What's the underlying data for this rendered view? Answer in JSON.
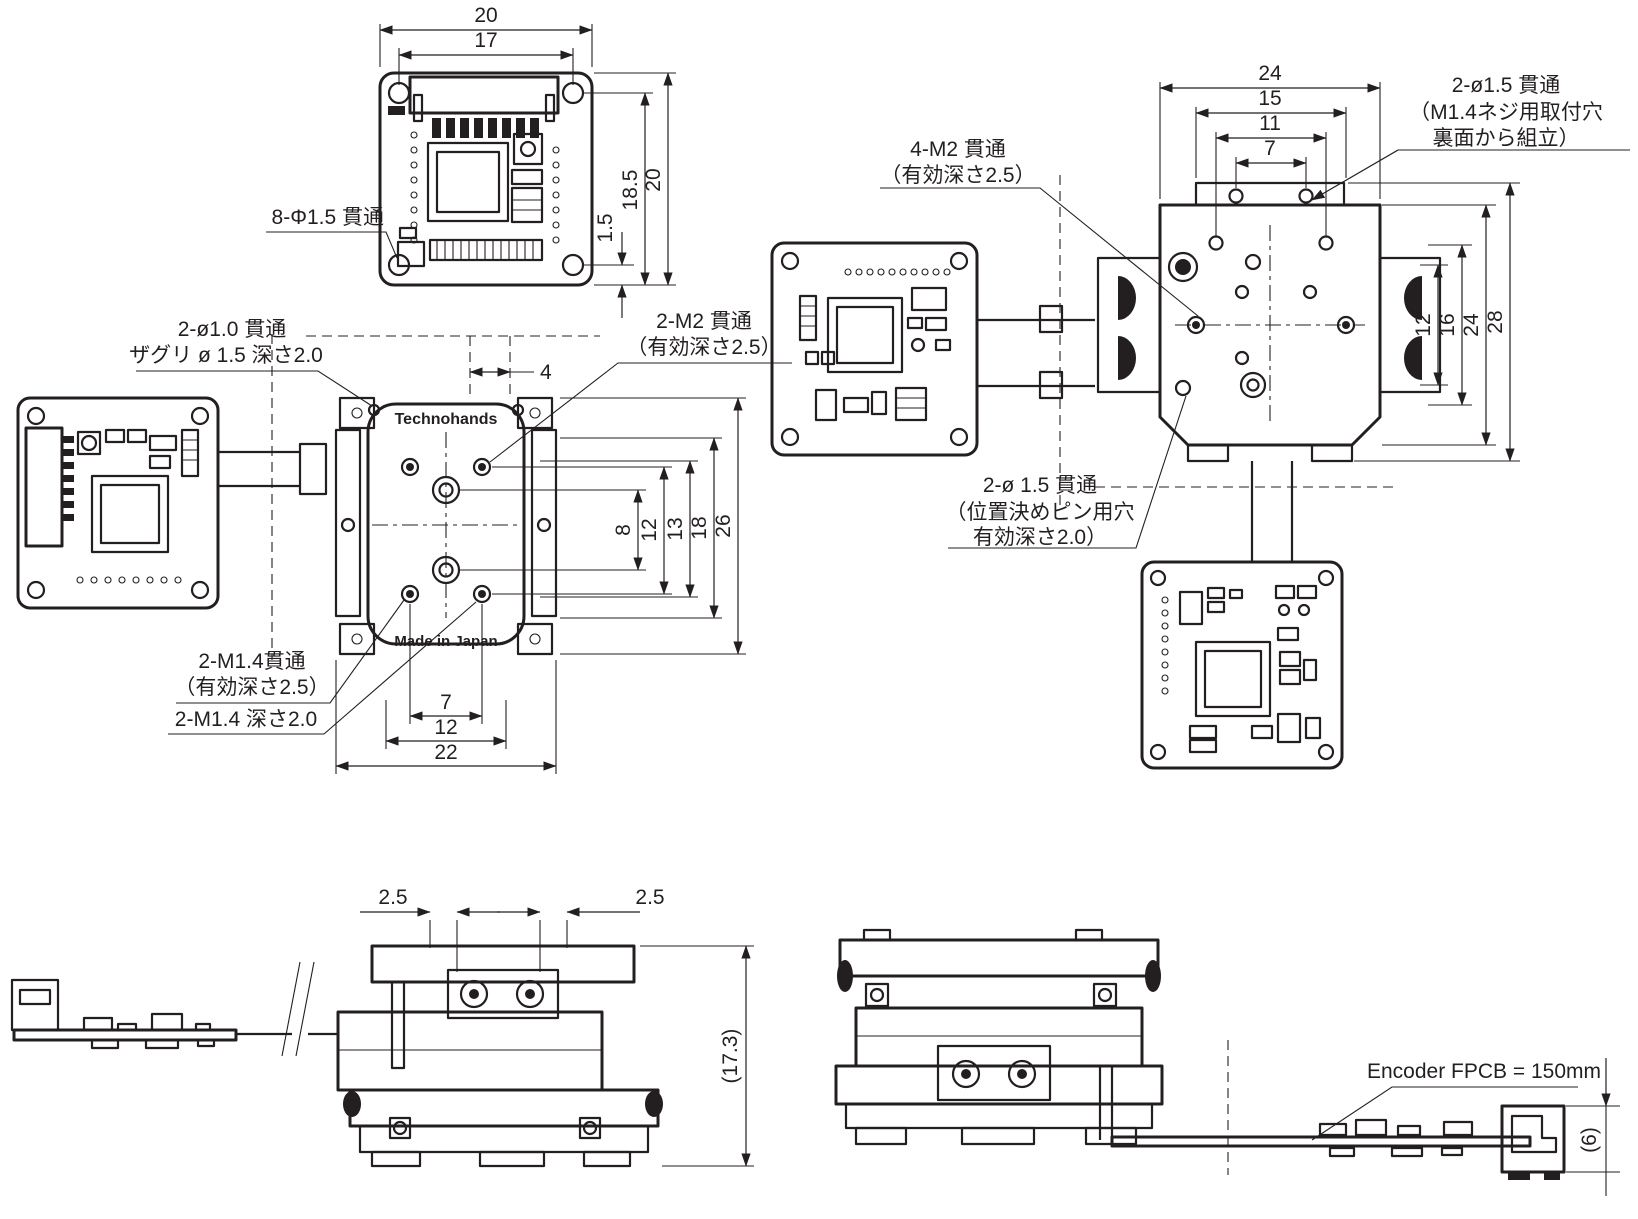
{
  "drawing": {
    "ink": "#231f20",
    "bg": "#ffffff",
    "brand_logo": "Technohands",
    "origin_mark": "Made in Japan"
  },
  "encoder_view": {
    "dim_width_outer": "20",
    "dim_width_holes": "17",
    "dim_height_outer": "20",
    "dim_height_holes": "18.5",
    "dim_hole_edge": "1.5",
    "label_holes": "8-Φ1.5 貫通"
  },
  "plan_view": {
    "dim_slot": "4",
    "dim_right_8": "8",
    "dim_right_12": "12",
    "dim_right_13": "13",
    "dim_right_18": "18",
    "dim_right_26": "26",
    "dim_bottom_7": "7",
    "dim_bottom_12": "12",
    "dim_bottom_22": "22",
    "label_counterbore_1": "2-ø1.0 貫通",
    "label_counterbore_2": "ザグリ ø 1.5 深さ2.0",
    "label_m2_1": "2-M2 貫通",
    "label_m2_2": "（有効深さ2.5）",
    "label_m14_tap_1": "2-M1.4貫通",
    "label_m14_tap_2": "（有効深さ2.5）",
    "label_m14_depth": "2-M1.4 深さ2.0"
  },
  "bottom_view": {
    "dim_top_24": "24",
    "dim_top_15": "15",
    "dim_top_11": "11",
    "dim_top_7": "7",
    "dim_right_12": "12",
    "dim_right_16": "16",
    "dim_right_24": "24",
    "dim_right_28": "28",
    "label_m2_1": "4-M2 貫通",
    "label_m2_2": "（有効深さ2.5）",
    "label_mount_1": "2-ø1.5 貫通",
    "label_mount_2": "（M1.4ネジ用取付穴",
    "label_mount_3": "裏面から組立）",
    "label_pin_1": "2-ø 1.5 貫通",
    "label_pin_2": "（位置決めピン用穴",
    "label_pin_3": "有効深さ2.0）"
  },
  "front_view": {
    "dim_left_offset": "2.5",
    "dim_right_offset": "2.5",
    "dim_height": "(17.3)"
  },
  "rear_view": {
    "label_fpcb": "Encoder FPCB = 150mm",
    "dim_connector_height": "(6)"
  }
}
